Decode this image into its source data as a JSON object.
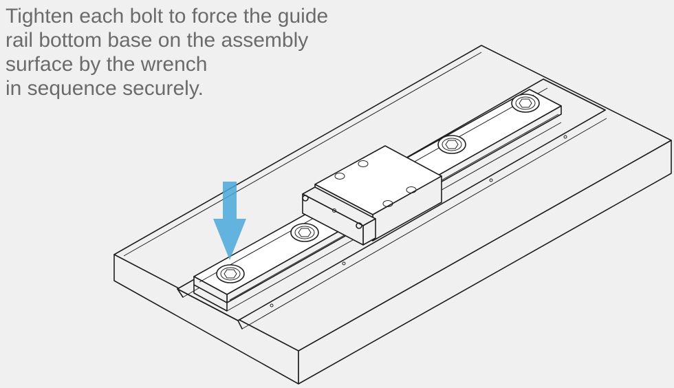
{
  "instruction": {
    "lines": [
      "Tighten each bolt to force the guide",
      "rail bottom base on the assembly",
      "surface by the wrench",
      "in sequence securely."
    ]
  },
  "colors": {
    "background": "#f0f0f0",
    "text": "#6b6b6b",
    "line": "#1e1e1e",
    "arrow": "#4aa8dc"
  },
  "icons": {
    "arrow": "down-arrow-icon",
    "bolt": "hex-socket-bolt-icon"
  }
}
